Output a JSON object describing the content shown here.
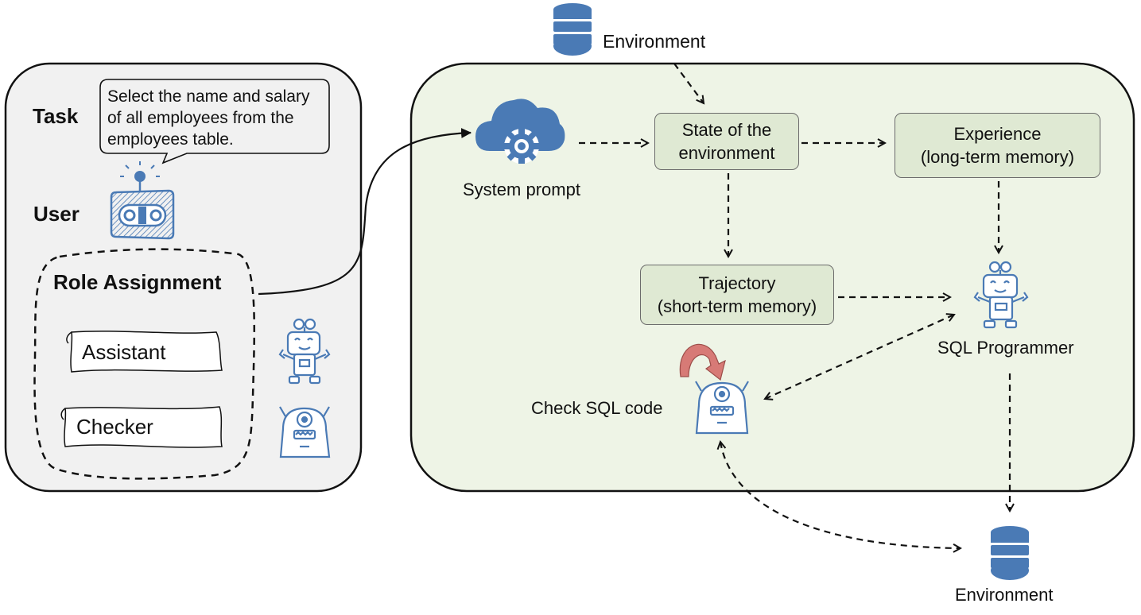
{
  "left_panel": {
    "task_label": "Task",
    "task_text_lines": [
      "Select the name and salary",
      "of all employees from the",
      "employees table."
    ],
    "user_label": "User",
    "role_assignment_label": "Role Assignment",
    "roles": [
      "Assistant",
      "Checker"
    ]
  },
  "right_panel": {
    "system_prompt_label": "System prompt",
    "state_box_lines": [
      "State of the",
      "environment"
    ],
    "experience_box_lines": [
      "Experience",
      "(long-term memory)"
    ],
    "trajectory_box_lines": [
      "Trajectory",
      "(short-term memory)"
    ],
    "sql_programmer_label": "SQL Programmer",
    "check_sql_label": "Check SQL code"
  },
  "environment_top_label": "Environment",
  "environment_bottom_label": "Environment",
  "colors": {
    "left_panel_bg": "#f1f1f1",
    "right_panel_bg": "#eef4e6",
    "box_fill": "#dfe9d3",
    "icon_blue": "#4a7ab5",
    "loop_arrow": "#d77a76"
  }
}
